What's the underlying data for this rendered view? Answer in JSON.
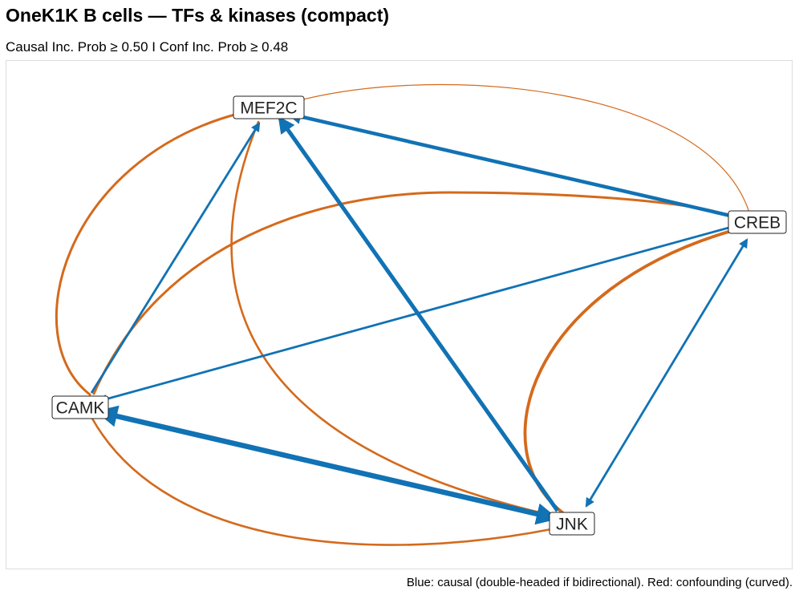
{
  "title": "OneK1K B cells — TFs & kinases (compact)",
  "subtitle": "Causal Inc. Prob ≥ 0.50   I   Conf Inc. Prob ≥ 0.48",
  "caption": "Blue: causal (double-headed if bidirectional). Red: confounding (curved).",
  "colors": {
    "causal": "#1172b4",
    "confounding": "#d46a1c"
  },
  "nodes": [
    {
      "id": "MEF2C",
      "label": "MEF2C"
    },
    {
      "id": "CREB",
      "label": "CREB"
    },
    {
      "id": "CAMK",
      "label": "CAMK"
    },
    {
      "id": "JNK",
      "label": "JNK"
    }
  ],
  "causal_edges": [
    {
      "from": "CREB",
      "to": "MEF2C",
      "bidirectional": false
    },
    {
      "from": "JNK",
      "to": "MEF2C",
      "bidirectional": false
    },
    {
      "from": "CAMK",
      "to": "MEF2C",
      "bidirectional": false
    },
    {
      "from": "CREB",
      "to": "CAMK",
      "bidirectional": false
    },
    {
      "from": "CAMK",
      "to": "JNK",
      "bidirectional": true
    },
    {
      "from": "CREB",
      "to": "JNK",
      "bidirectional": true
    }
  ],
  "confounding_edges": [
    {
      "a": "MEF2C",
      "b": "CREB"
    },
    {
      "a": "MEF2C",
      "b": "CAMK"
    },
    {
      "a": "MEF2C",
      "b": "JNK"
    },
    {
      "a": "CAMK",
      "b": "CREB"
    },
    {
      "a": "CREB",
      "b": "JNK"
    },
    {
      "a": "CAMK",
      "b": "JNK"
    }
  ]
}
